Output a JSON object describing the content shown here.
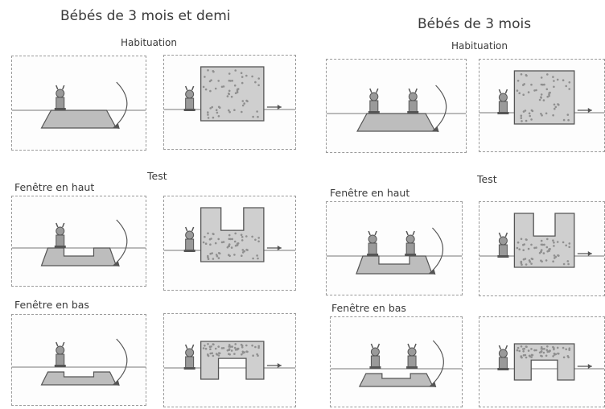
{
  "left": {
    "title": "Bébés de 3 mois et demi",
    "habituation": "Habituation",
    "test": "Test",
    "window_top": "Fenêtre en haut",
    "window_bottom": "Fenêtre en bas"
  },
  "right": {
    "title": "Bébés de 3 mois",
    "habituation": "Habituation",
    "test": "Test",
    "window_top": "Fenêtre en haut",
    "window_bottom": "Fenêtre en bas"
  },
  "colors": {
    "screen_fill": "#cfcfcf",
    "screen_dots": "#8f8f8f",
    "track_fill": "#bdbdbd",
    "ink": "#555555"
  }
}
